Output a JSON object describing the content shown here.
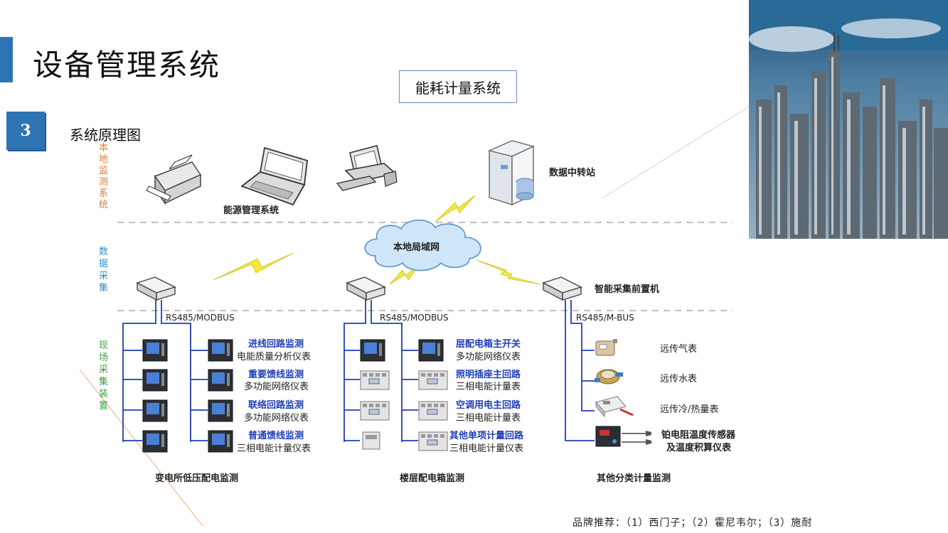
{
  "header": {
    "title": "设备管理系统",
    "section_number": "3",
    "section_title": "系统原理图",
    "diagram_title": "能耗计量系统"
  },
  "zones": {
    "local": "本地监测系统",
    "data": "数据采集",
    "field": "现场采集装置"
  },
  "top": {
    "software_label": "能源管理系统",
    "server_label": "数据中转站",
    "lan_label": "本地局域网",
    "collector_label": "智能采集前置机"
  },
  "buses": {
    "left": "RS485/MODBUS",
    "mid": "RS485/MODBUS",
    "right": "RS485/M-BUS"
  },
  "substation": {
    "caption": "变电所低压配电监测",
    "items": [
      {
        "title": "进线回路监测",
        "desc": "电能质量分析仪表"
      },
      {
        "title": "重要馈线监测",
        "desc": "多功能网络仪表"
      },
      {
        "title": "联络回路监测",
        "desc": "多功能网络仪表"
      },
      {
        "title": "普通馈线监测",
        "desc": "三相电能计量仪表"
      }
    ]
  },
  "floorbox": {
    "caption": "楼层配电箱监测",
    "items": [
      {
        "title": "层配电箱主开关",
        "desc": "多功能网络仪表"
      },
      {
        "title": "照明插座主回路",
        "desc": "三相电能计量表"
      },
      {
        "title": "空调用电主回路",
        "desc": "三相电能计量表"
      },
      {
        "title": "其他单项计量回路",
        "desc": "三相电能计量仪表"
      }
    ]
  },
  "other": {
    "caption": "其他分类计量监测",
    "items": [
      "远传气表",
      "远传水表",
      "远传冷/热量表"
    ],
    "sensor_line1": "铂电阻温度传感器",
    "sensor_line2": "及温度积算仪表"
  },
  "footer": {
    "brand": "品牌推荐：（1）西门子；（2）霍尼韦尔；（3）施耐"
  },
  "colors": {
    "accent": "#2e74b5",
    "line_blue": "#1f3fb5",
    "item_title": "#1f3fb5",
    "zone_local": "#e07a30",
    "zone_data": "#2e8fd0",
    "zone_field": "#3aa040",
    "lightning": "#f2ea3a"
  }
}
